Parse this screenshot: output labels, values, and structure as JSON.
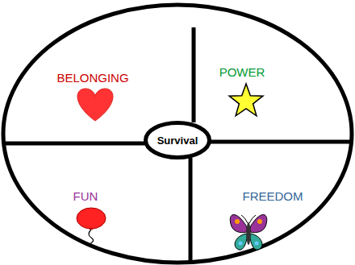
{
  "diagram": {
    "nodes": [
      {
        "text": [
          "Survival"
        ]
      }
    ],
    "labels": [
      "BELONGING",
      "POWER",
      "FUN",
      "FREEDOM"
    ]
  }
}
